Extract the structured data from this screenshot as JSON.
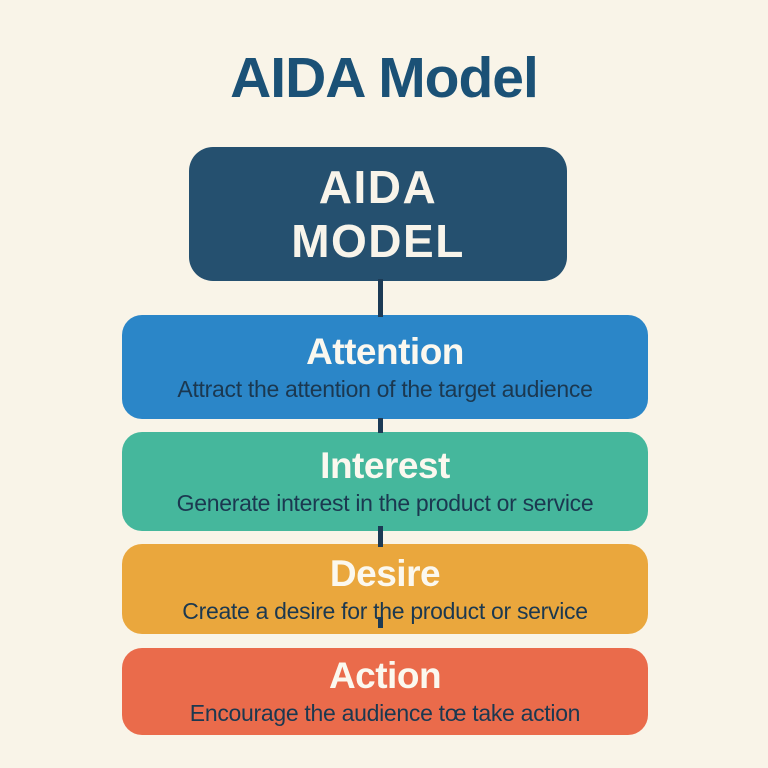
{
  "page": {
    "title": "AIDA Model",
    "title_color": "#1b5176",
    "background_color": "#f9f4e8"
  },
  "root_node": {
    "label_line1": "AIDA",
    "label_line2": "MODEL",
    "color": "#25506f",
    "text_color": "#f8f4ea"
  },
  "connector": {
    "color": "#1c3a55"
  },
  "stages": [
    {
      "title": "Attention",
      "description": "Attract the attention of the target audience",
      "color": "#2b86c8",
      "title_color": "#fbf8ef",
      "description_color": "#1b3850"
    },
    {
      "title": "Interest",
      "description": "Generate interest in the product or service",
      "color": "#45b79c",
      "title_color": "#fbf8ef",
      "description_color": "#1b3850"
    },
    {
      "title": "Desire",
      "description": "Create a desire for the product or service",
      "color": "#eaa73d",
      "title_color": "#fbf8ef",
      "description_color": "#1b3850"
    },
    {
      "title": "Action",
      "description": "Encourage the audience tœ take action",
      "color": "#ea6b4b",
      "title_color": "#fbf8ef",
      "description_color": "#1b3850"
    }
  ]
}
